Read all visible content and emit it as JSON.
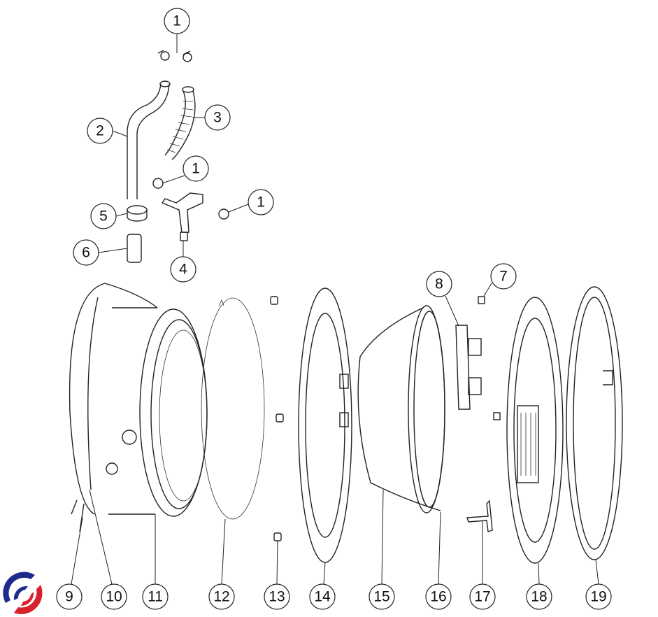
{
  "diagram": {
    "type": "exploded-parts-view",
    "callouts": [
      "1",
      "1",
      "1",
      "2",
      "3",
      "4",
      "5",
      "6",
      "7",
      "8",
      "9",
      "10",
      "11",
      "12",
      "13",
      "14",
      "15",
      "16",
      "17",
      "18",
      "19"
    ]
  },
  "logo": {
    "colors": {
      "blue": "#1f2b8c",
      "red": "#d8212a"
    }
  }
}
